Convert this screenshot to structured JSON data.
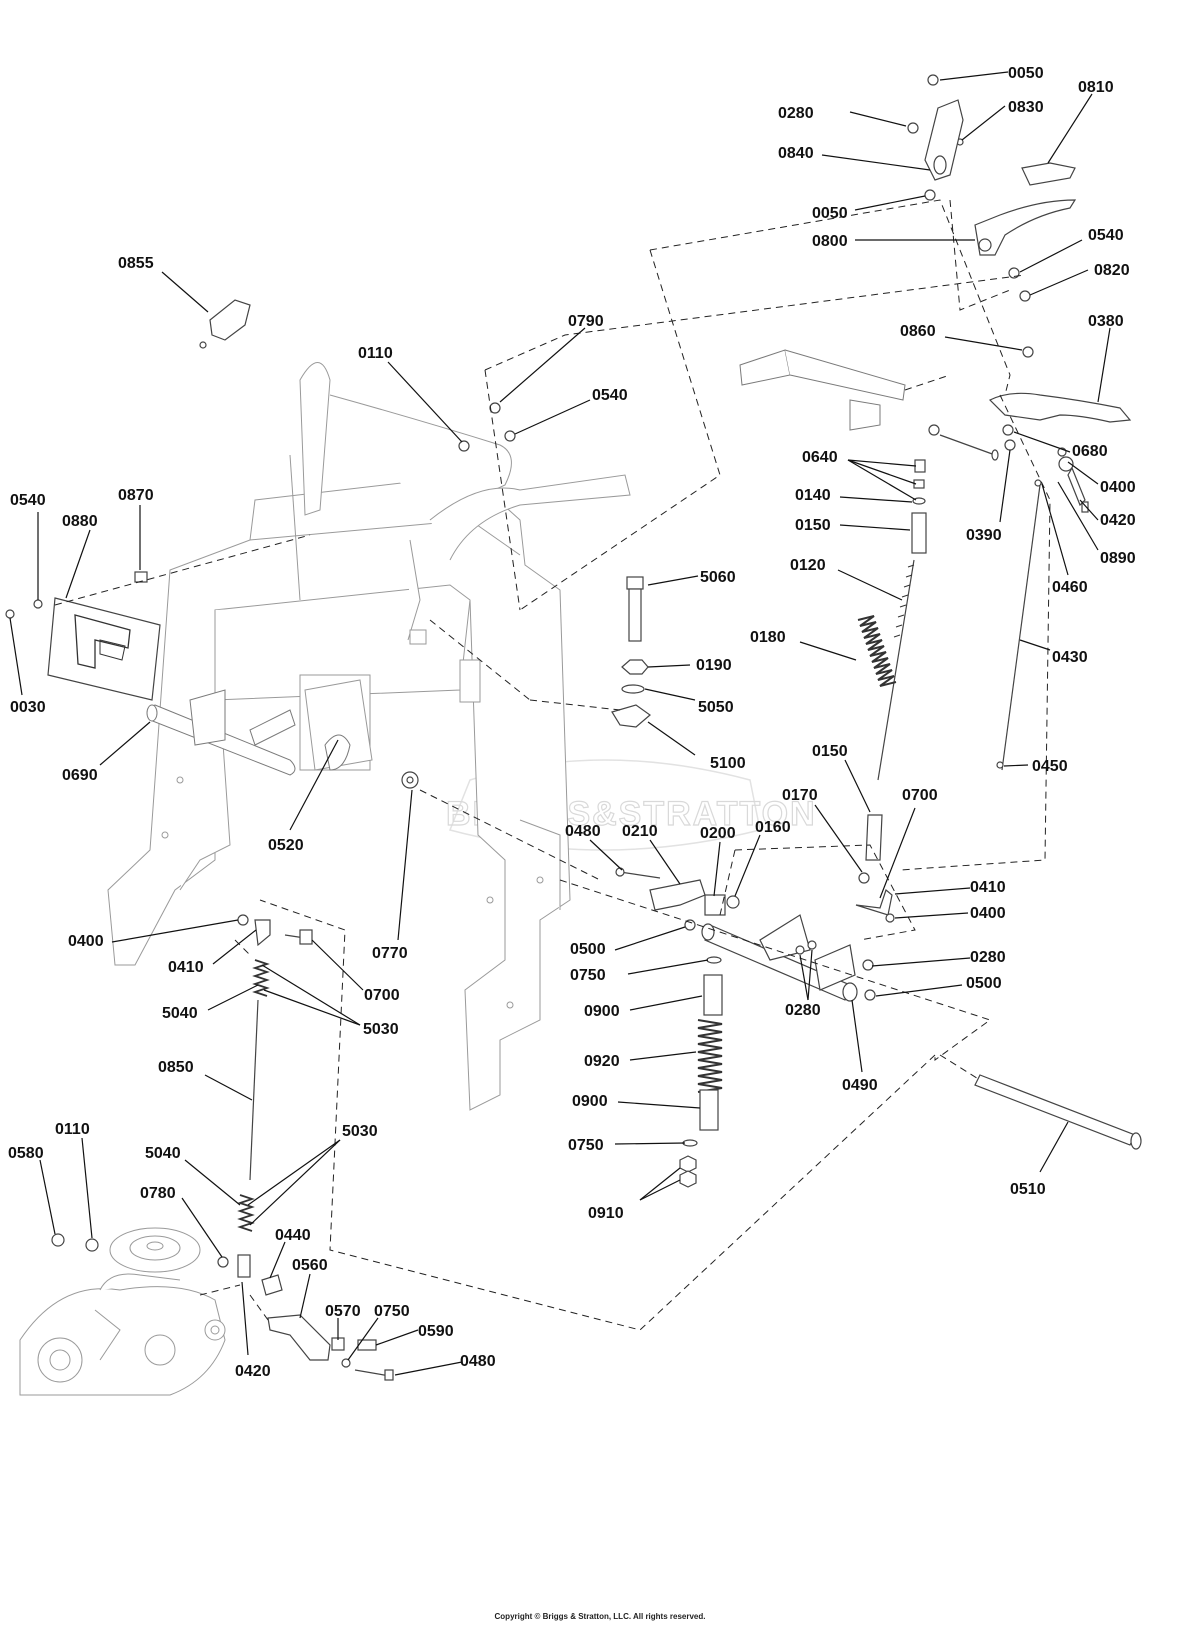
{
  "watermark": "BRIGGS&STRATTON",
  "copyright": "Copyright © Briggs & Stratton, LLC. All rights reserved.",
  "callouts": [
    "0050",
    "0280",
    "0830",
    "0810",
    "0840",
    "0050",
    "0800",
    "0540",
    "0820",
    "0855",
    "0790",
    "0110",
    "0540",
    "0860",
    "0380",
    "0680",
    "0640",
    "0400",
    "0140",
    "0420",
    "0150",
    "0390",
    "0890",
    "0460",
    "0540",
    "0870",
    "0880",
    "5060",
    "0120",
    "0180",
    "0430",
    "0030",
    "0190",
    "5050",
    "5100",
    "0690",
    "0150",
    "0450",
    "0520",
    "0170",
    "0700",
    "0480",
    "0210",
    "0200",
    "0160",
    "0410",
    "0400",
    "0400",
    "0500",
    "0280",
    "0770",
    "0410",
    "0750",
    "0500",
    "0700",
    "0280",
    "5040",
    "5030",
    "0900",
    "0490",
    "0920",
    "0850",
    "0900",
    "5030",
    "0750",
    "0510",
    "5040",
    "0110",
    "0910",
    "0580",
    "0780",
    "0440",
    "0560",
    "0570",
    "0750",
    "0590",
    "0420",
    "0480"
  ]
}
